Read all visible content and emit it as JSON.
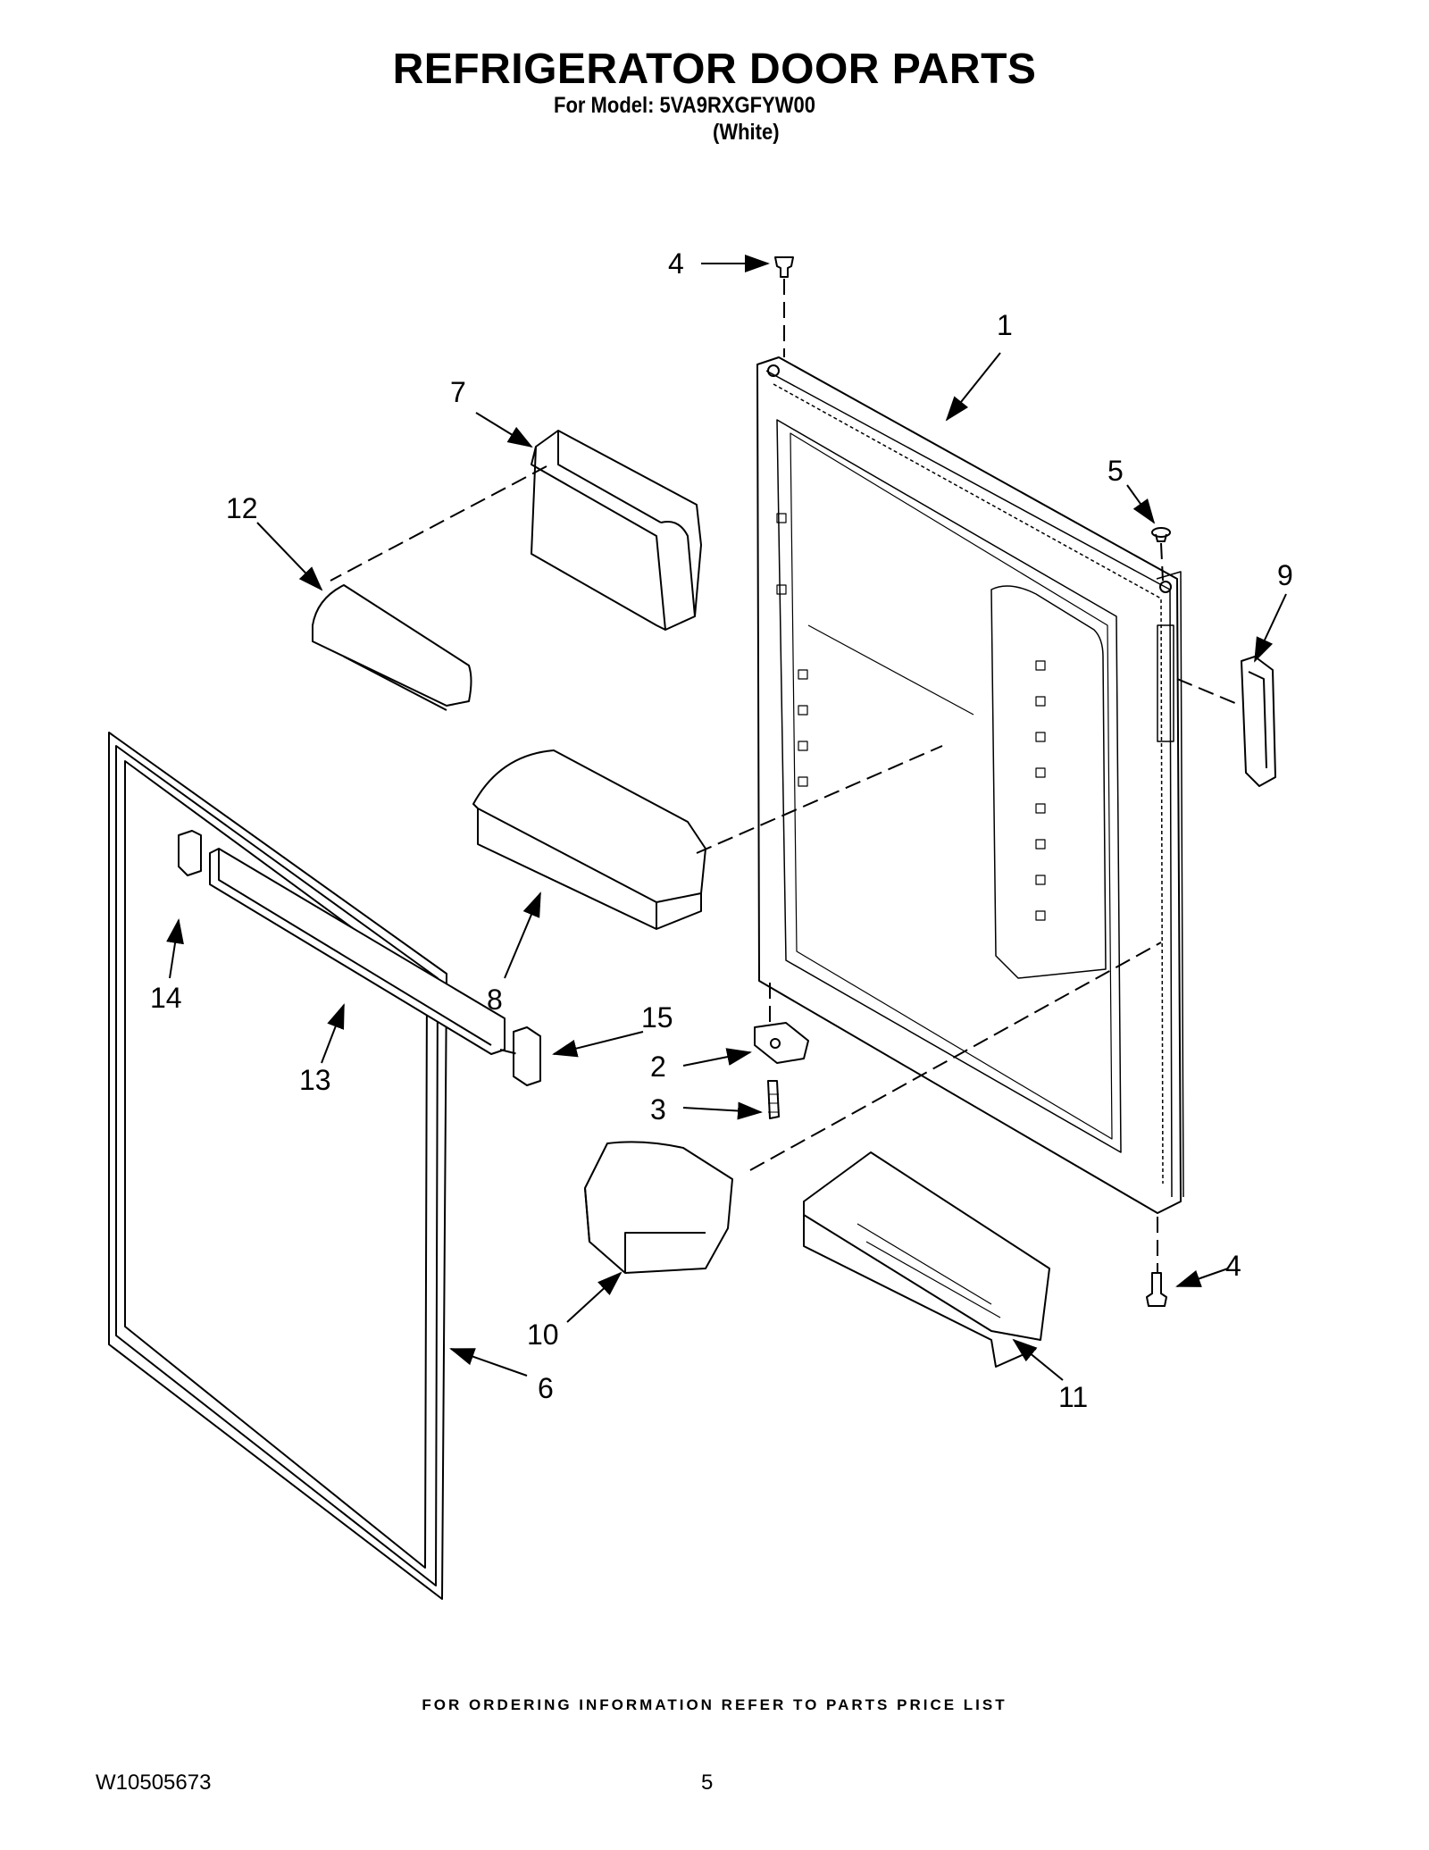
{
  "header": {
    "title": "REFRIGERATOR DOOR PARTS",
    "model_line": "For Model: 5VA9RXGFYW00",
    "color_line": "(White)"
  },
  "diagram": {
    "callouts": [
      "1",
      "2",
      "3",
      "4",
      "4",
      "5",
      "6",
      "7",
      "8",
      "9",
      "10",
      "11",
      "12",
      "13",
      "14",
      "15"
    ]
  },
  "footer": {
    "ordering_note": "FOR ORDERING INFORMATION REFER TO PARTS PRICE LIST",
    "document_number": "W10505673",
    "page_number": "5"
  }
}
